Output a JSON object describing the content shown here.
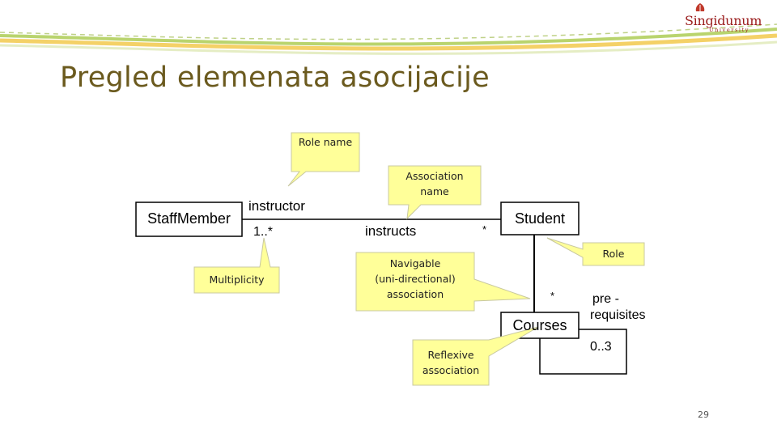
{
  "slide": {
    "title": "Pregled elemenata asocijacije",
    "page_number": "29"
  },
  "logo": {
    "name": "Singidunum",
    "subtitle": "University"
  },
  "diagram": {
    "classes": {
      "staff_member": "StaffMember",
      "student": "Student",
      "courses": "Courses"
    },
    "labels": {
      "role_instructor": "instructor",
      "multiplicity_staff": "1..*",
      "association_name": "instructs",
      "multiplicity_student": "*",
      "multiplicity_courses": "*",
      "reflexive_role_line1": "pre -",
      "reflexive_role_line2": "requisites",
      "reflexive_multiplicity": "0..3"
    },
    "callouts": {
      "role_name": "Role name",
      "association_name_line1": "Association",
      "association_name_line2": "name",
      "multiplicity": "Multiplicity",
      "navigable_line1": "Navigable",
      "navigable_line2": "(uni-directional)",
      "navigable_line3": "association",
      "role": "Role",
      "reflexive_line1": "Reflexive",
      "reflexive_line2": "association"
    }
  },
  "colors": {
    "title": "#6b5a1e",
    "callout_fill": "#ffff99",
    "callout_stroke": "#c8c8a0",
    "header_swoosh_green": "#a7c94a",
    "header_swoosh_yellow": "#f2c94c",
    "logo": "#9a1b1b"
  }
}
